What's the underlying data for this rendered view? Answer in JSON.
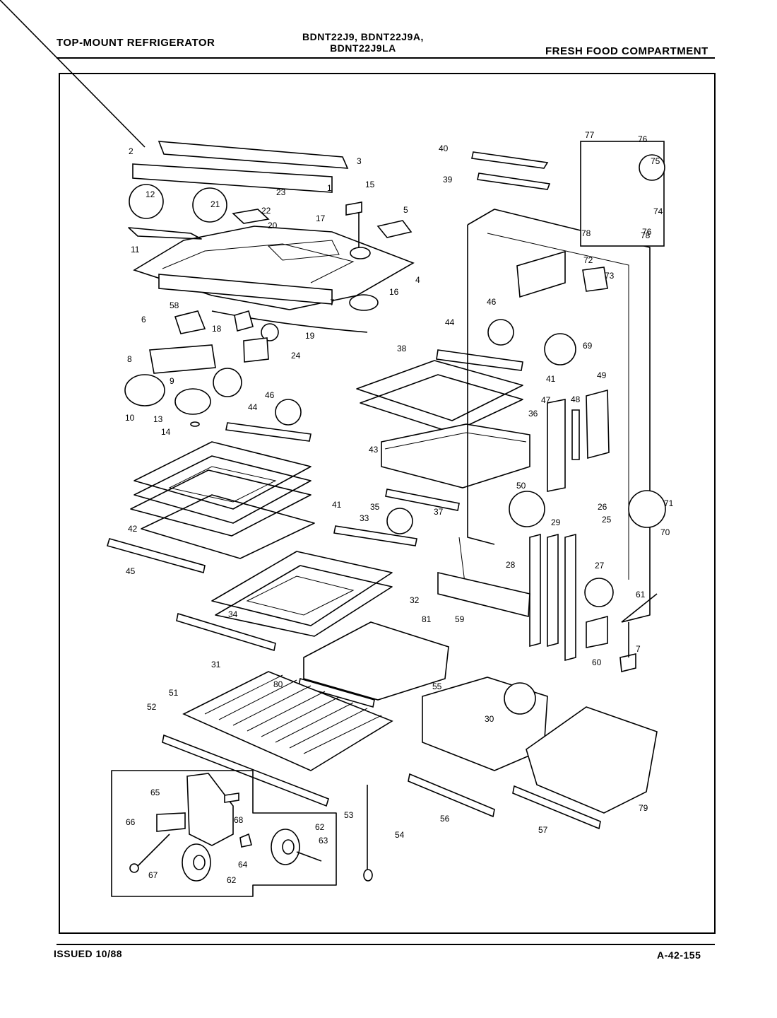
{
  "header": {
    "left_title": "TOP-MOUNT REFRIGERATOR",
    "models_line1": "BDNT22J9, BDNT22J9A,",
    "models_line2": "BDNT22J9LA",
    "right_title": "FRESH FOOD COMPARTMENT"
  },
  "footer": {
    "issued": "ISSUED 10/88",
    "page_code": "A-42-155"
  },
  "part_labels": {
    "p1": "1",
    "p2": "2",
    "p3": "3",
    "p4": "4",
    "p5": "5",
    "p6": "6",
    "p7": "7",
    "p7b": "7",
    "p8": "8",
    "p9": "9",
    "p10": "10",
    "p11": "11",
    "p12": "12",
    "p13": "13",
    "p14": "14",
    "p15": "15",
    "p16": "16",
    "p17": "17",
    "p18": "18",
    "p19": "19",
    "p20": "20",
    "p21": "21",
    "p22": "22",
    "p23": "23",
    "p24": "24",
    "p25": "25",
    "p26": "26",
    "p27": "27",
    "p28": "28",
    "p29": "29",
    "p30": "30",
    "p31": "31",
    "p32": "32",
    "p33": "33",
    "p34": "34",
    "p35": "35",
    "p36": "36",
    "p37": "37",
    "p38": "38",
    "p39": "39",
    "p40": "40",
    "p41a": "41",
    "p41b": "41",
    "p42": "42",
    "p43": "43",
    "p44a": "44",
    "p44b": "44",
    "p45": "45",
    "p46a": "46",
    "p46b": "46",
    "p47": "47",
    "p48": "48",
    "p49": "49",
    "p50": "50",
    "p51": "51",
    "p52": "52",
    "p53": "53",
    "p54": "54",
    "p55": "55",
    "p56": "56",
    "p57": "57",
    "p58": "58",
    "p59": "59",
    "p60": "60",
    "p61": "61",
    "p62a": "62",
    "p62b": "62",
    "p63": "63",
    "p64": "64",
    "p65": "65",
    "p66": "66",
    "p67": "67",
    "p68": "68",
    "p69": "69",
    "p70": "70",
    "p71": "71",
    "p72": "72",
    "p73": "73",
    "p74": "74",
    "p75": "75",
    "p76a": "76",
    "p76b": "76",
    "p77": "77",
    "p78a": "78",
    "p78b": "78",
    "p79": "79",
    "p80": "80",
    "p81": "81"
  }
}
